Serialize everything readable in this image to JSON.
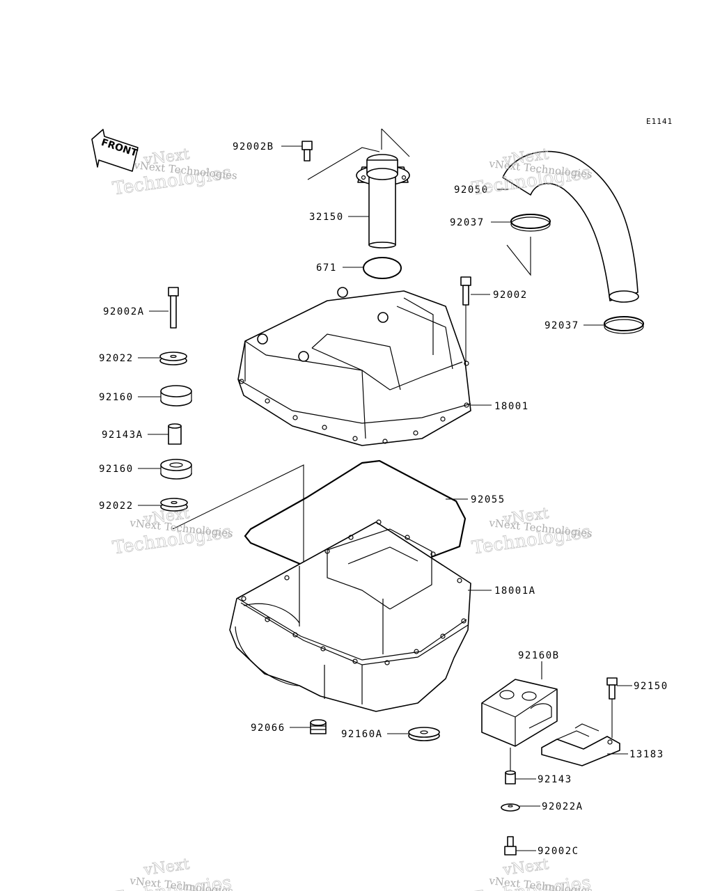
{
  "diagram": {
    "code": "E1141",
    "front_label": "FRONT",
    "watermark": {
      "line1": "vNext",
      "line2": "Technologies",
      "line3": "vNext Technologies"
    },
    "part_labels": {
      "p92002B": "92002B",
      "p32150": "32150",
      "p671": "671",
      "p92050": "92050",
      "p92037a": "92037",
      "p92037b": "92037",
      "p92002A": "92002A",
      "p92002": "92002",
      "p92022a": "92022",
      "p92160a": "92160",
      "p92143A": "92143A",
      "p92160b": "92160",
      "p92022b": "92022",
      "p18001": "18001",
      "p92055": "92055",
      "p18001A": "18001A",
      "p92160B": "92160B",
      "p92150": "92150",
      "p13183": "13183",
      "p92066": "92066",
      "p92160A": "92160A",
      "p92143": "92143",
      "p92022A": "92022A",
      "p92002C": "92002C"
    }
  }
}
